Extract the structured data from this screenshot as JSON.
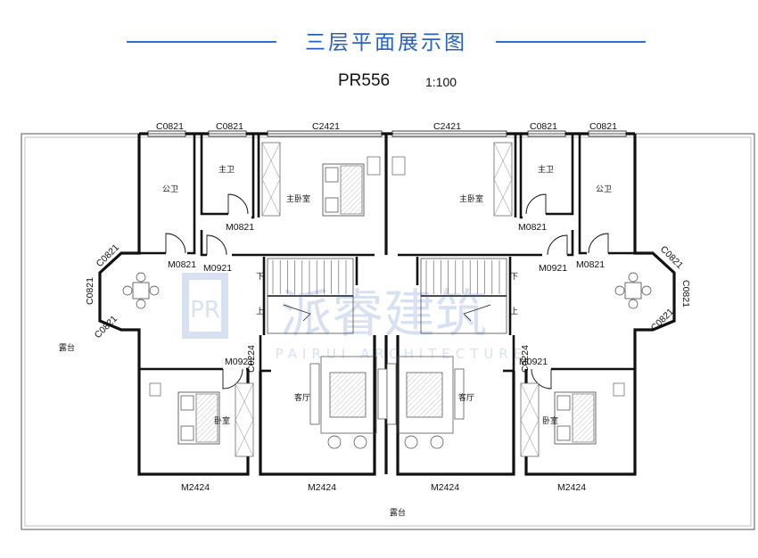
{
  "header": {
    "title": "三层平面展示图",
    "model_code": "PR556",
    "scale": "1:100"
  },
  "rooms": {
    "public_bath": "公卫",
    "master_bath": "主卫",
    "master_bedroom": "主卧室",
    "bedroom": "卧室",
    "living_room": "客厅",
    "terrace": "露台"
  },
  "stairs": {
    "down": "下",
    "up": "上"
  },
  "windows": {
    "c0821": "C0821",
    "c2421": "C2421",
    "m0821": "M0821",
    "m0921": "M0921",
    "m2424": "M2424",
    "c0224": "C0224"
  },
  "watermark": {
    "logo": "PR",
    "brand": "派睿建筑",
    "brand_en": "PAIRUI ARCHITECTURE"
  },
  "colors": {
    "title_blue": "#2462c9",
    "line_blue": "#2f6fd8",
    "wall": "#111111"
  }
}
